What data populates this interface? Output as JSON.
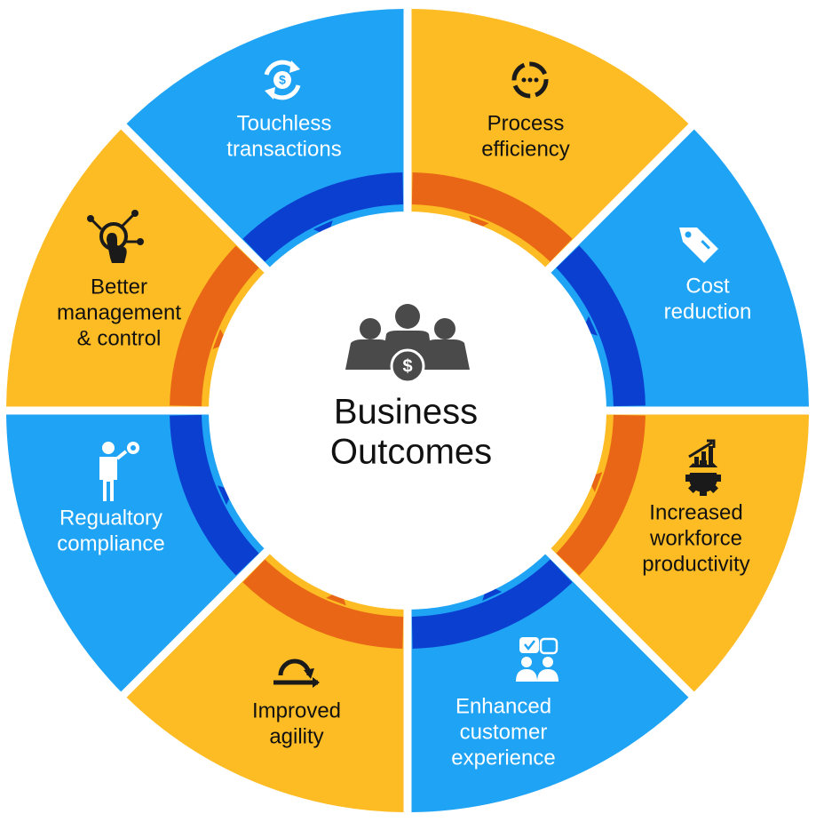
{
  "center": {
    "line1": "Business",
    "line2": "Outcomes"
  },
  "colors": {
    "blue": "#1fa3f5",
    "yellow": "#fdbb24",
    "ring_blue": "#0b3fd0",
    "ring_orange": "#e86615",
    "icon_dark": "#4a4a4a",
    "label_dark": "#111111",
    "label_light": "#ffffff"
  },
  "segments": [
    {
      "id": "process-efficiency",
      "color": "yellow",
      "icon": "cycle-dots-icon",
      "lines": [
        "Process",
        "efficiency"
      ]
    },
    {
      "id": "cost-reduction",
      "color": "blue",
      "icon": "price-tag-icon",
      "lines": [
        "Cost",
        "reduction"
      ]
    },
    {
      "id": "increased-workforce-productivity",
      "color": "yellow",
      "icon": "gear-growth-icon",
      "lines": [
        "Increased",
        "workforce",
        "productivity"
      ]
    },
    {
      "id": "enhanced-customer-experience",
      "color": "blue",
      "icon": "customer-feedback-icon",
      "lines": [
        "Enhanced",
        "customer",
        "experience"
      ]
    },
    {
      "id": "improved-agility",
      "color": "yellow",
      "icon": "agile-loop-icon",
      "lines": [
        "Improved",
        "agility"
      ]
    },
    {
      "id": "regulatory-compliance",
      "color": "blue",
      "icon": "person-gear-icon",
      "lines": [
        "Regualtory",
        "compliance"
      ]
    },
    {
      "id": "better-management-control",
      "color": "yellow",
      "icon": "touch-network-icon",
      "lines": [
        "Better",
        "management",
        "& control"
      ]
    },
    {
      "id": "touchless-transactions",
      "color": "blue",
      "icon": "dollar-cycle-icon",
      "lines": [
        "Touchless",
        "transactions"
      ]
    }
  ]
}
